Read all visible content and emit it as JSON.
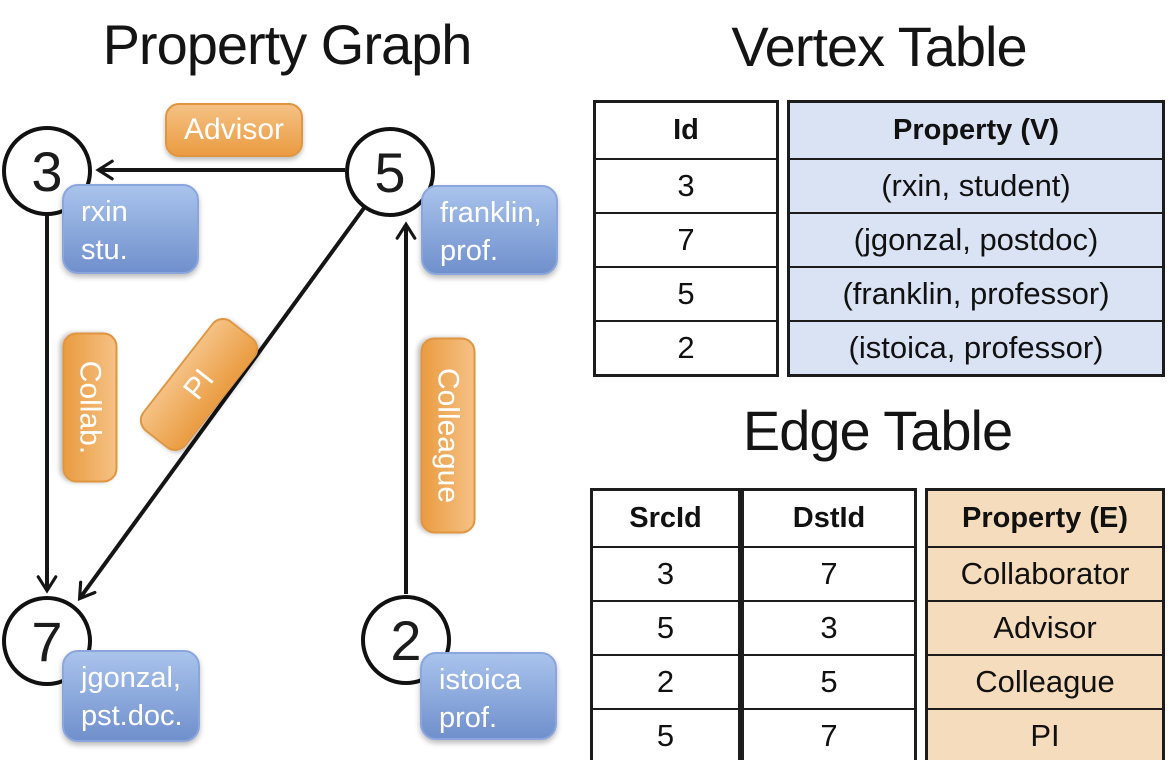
{
  "titles": {
    "property_graph": "Property Graph",
    "vertex_table": "Vertex Table",
    "edge_table": "Edge Table"
  },
  "graph": {
    "nodes": [
      {
        "id": "3"
      },
      {
        "id": "5"
      },
      {
        "id": "7"
      },
      {
        "id": "2"
      }
    ],
    "vertex_labels": [
      {
        "node": "3",
        "line1": "rxin",
        "line2": "stu."
      },
      {
        "node": "5",
        "line1": "franklin,",
        "line2": "prof."
      },
      {
        "node": "7",
        "line1": "jgonzal,",
        "line2": "pst.doc."
      },
      {
        "node": "2",
        "line1": "istoica",
        "line2": "prof."
      }
    ],
    "edge_labels": [
      {
        "edge": "5->3",
        "text": "Advisor"
      },
      {
        "edge": "3->7",
        "text": "Collab."
      },
      {
        "edge": "5->7",
        "text": "PI"
      },
      {
        "edge": "2->5",
        "text": "Colleague"
      }
    ]
  },
  "vertex_table": {
    "columns": [
      "Id",
      "Property (V)"
    ],
    "rows": [
      [
        "3",
        "(rxin, student)"
      ],
      [
        "7",
        "(jgonzal, postdoc)"
      ],
      [
        "5",
        "(franklin, professor)"
      ],
      [
        "2",
        "(istoica, professor)"
      ]
    ]
  },
  "edge_table": {
    "columns": [
      "SrcId",
      "DstId",
      "Property (E)"
    ],
    "rows": [
      [
        "3",
        "7",
        "Collaborator"
      ],
      [
        "5",
        "3",
        "Advisor"
      ],
      [
        "2",
        "5",
        "Colleague"
      ],
      [
        "5",
        "7",
        "PI"
      ]
    ]
  },
  "colors": {
    "edge_label_orange": "#eda24c",
    "vertex_label_blue": "#84a3d8",
    "vertex_property_fill": "#dae3f3",
    "edge_property_fill": "#f5dcbc",
    "line_black": "#1a1a1a"
  }
}
